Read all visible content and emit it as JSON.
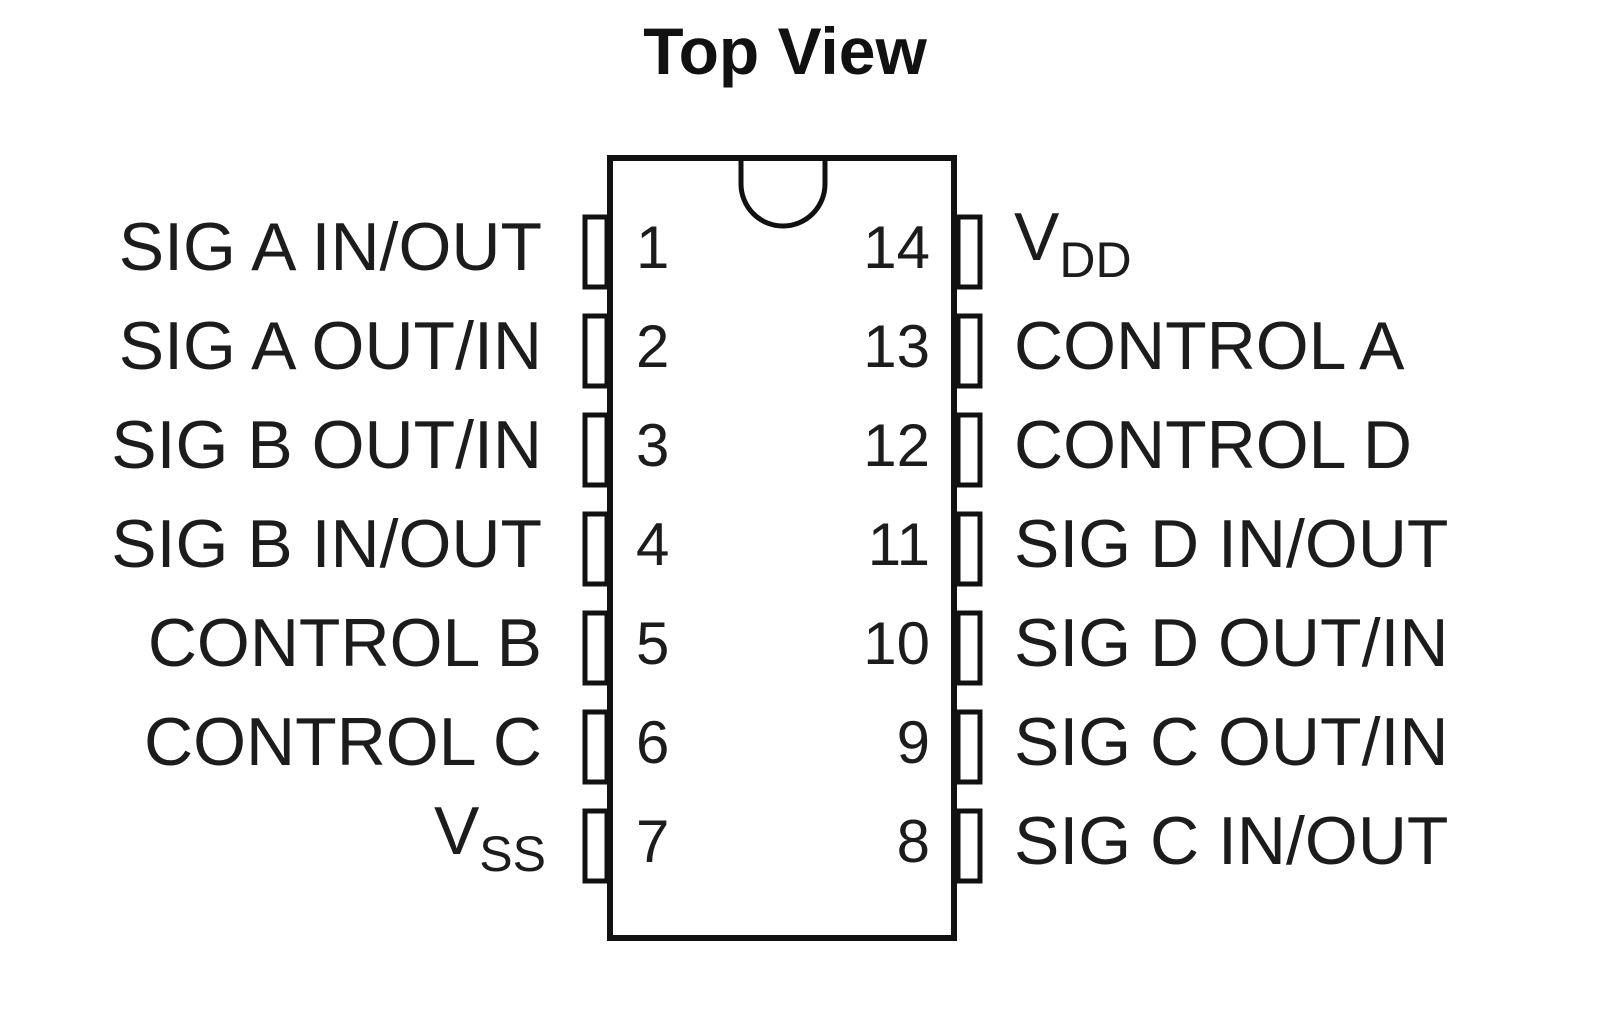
{
  "diagram": {
    "title": "Top View",
    "colors": {
      "line": "#111111",
      "text": "#1c1c1c",
      "background": "#ffffff"
    },
    "left_pins": [
      {
        "number": "1",
        "label": "SIG A IN/OUT"
      },
      {
        "number": "2",
        "label": "SIG A OUT/IN"
      },
      {
        "number": "3",
        "label": "SIG B OUT/IN"
      },
      {
        "number": "4",
        "label": "SIG B IN/OUT"
      },
      {
        "number": "5",
        "label": "CONTROL B"
      },
      {
        "number": "6",
        "label": "CONTROL C"
      },
      {
        "number": "7",
        "label": "V",
        "label_sub": "SS"
      }
    ],
    "right_pins": [
      {
        "number": "14",
        "label": "V",
        "label_sub": "DD"
      },
      {
        "number": "13",
        "label": "CONTROL A"
      },
      {
        "number": "12",
        "label": "CONTROL D"
      },
      {
        "number": "11",
        "label": "SIG D IN/OUT"
      },
      {
        "number": "10",
        "label": "SIG D OUT/IN"
      },
      {
        "number": "9",
        "label": "SIG C OUT/IN"
      },
      {
        "number": "8",
        "label": "SIG C IN/OUT"
      }
    ]
  }
}
